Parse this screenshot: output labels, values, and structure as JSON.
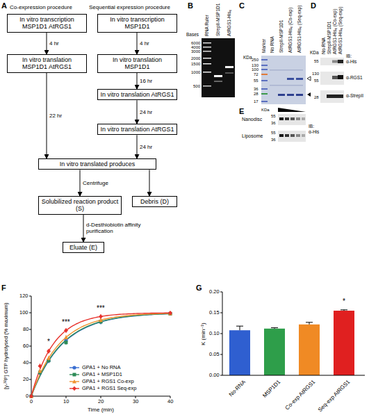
{
  "diagram": {
    "nodes": [
      {
        "text": [
          "In vitro transcription MSP1D1 AtRGS1"
        ]
      },
      {
        "text": [
          "In vitro translation MSP1D1 AtRGS1"
        ]
      },
      {
        "text": [
          "In vitro transcription MSP1D1"
        ]
      },
      {
        "text": [
          "In vitro translation MSP1D1"
        ]
      },
      {
        "text": [
          "In vitro translation AtRGS1"
        ]
      },
      {
        "text": [
          "In vitro translation AtRGS1"
        ]
      },
      {
        "text": [
          "In vitro translated produces"
        ]
      },
      {
        "text": [
          "Solubilized reaction product (S)"
        ]
      },
      {
        "text": [
          "Debris (D)"
        ]
      },
      {
        "text": [
          "Eluate (E)"
        ]
      }
    ],
    "edges": [
      {
        "from": 0,
        "to": 1,
        "arrow": "to",
        "label": "4 hr"
      },
      {
        "from": 1,
        "to": 6,
        "arrow": "to",
        "label": "22 hr"
      },
      {
        "from": 2,
        "to": 3,
        "arrow": "to",
        "label": "4 hr"
      },
      {
        "from": 3,
        "to": 4,
        "arrow": "to",
        "label": "16 hr"
      },
      {
        "from": 4,
        "to": 5,
        "arrow": "to",
        "label": "24 hr"
      },
      {
        "from": 5,
        "to": 6,
        "arrow": "to",
        "label": "24 hr"
      },
      {
        "from": 6,
        "to": 7,
        "arrow": "to",
        "label": "Centrifuge"
      },
      {
        "from": 6,
        "to": 8,
        "arrow": "to"
      },
      {
        "from": 7,
        "to": 9,
        "arrow": "to",
        "label": "d-Desthiobiotin affinity purification"
      }
    ],
    "labels": [
      "A",
      "Co-expression procedure",
      "Sequential expression procedure",
      "B",
      "Bases",
      "RNA Ruler",
      "StrepII-MSP1D1",
      "AtRGS1-His₆",
      "6000",
      "4000",
      "3000",
      "2000",
      "1500",
      "1000",
      "500",
      "C",
      "KDa",
      "Marker",
      "No RNA",
      "StrepII-MSP1D1",
      "AtRGS1-His₆ (Co-exp)",
      "AtRGS1-His₆ (Seq-exp)",
      "250",
      "130",
      "100",
      "72",
      "55",
      "36",
      "28",
      "17",
      "D",
      "KDa",
      "No-RNA",
      "StrepII-MSP1D1",
      "AtRGS1-His₆ (Co-exp)",
      "AtRGS1-His₆ (Seq-exp)",
      "IB:",
      "α-His",
      "α-RGS1",
      "α-StrepII",
      "55",
      "130",
      "55",
      "28",
      "E",
      "KDa",
      "Nanodisc",
      "Liposome",
      "55",
      "36",
      "55",
      "36",
      "IB:",
      "α-His",
      "F",
      "[γ-³²P] GTP hydrolysed (% maximum)",
      "0",
      "20",
      "40",
      "60",
      "80",
      "100",
      "120",
      "0",
      "10",
      "20",
      "30",
      "40",
      "Time (min)",
      "*",
      "***",
      "***",
      "G",
      "K (min⁻¹)",
      "0.00",
      "0.05",
      "0.10",
      "0.15",
      "0.20",
      "No-RNA",
      "MSP1D1",
      "Co-exp AtRGS1",
      "Seq-exp AtRGS1",
      "*"
    ],
    "legend": [
      {
        "text": "GPA1 + No RNA"
      },
      {
        "text": "GPA1 + MSP1D1"
      },
      {
        "text": "GPA1 + RGS1 Co-exp"
      },
      {
        "text": "GPA1 + RGS1 Seq-exp"
      }
    ]
  }
}
